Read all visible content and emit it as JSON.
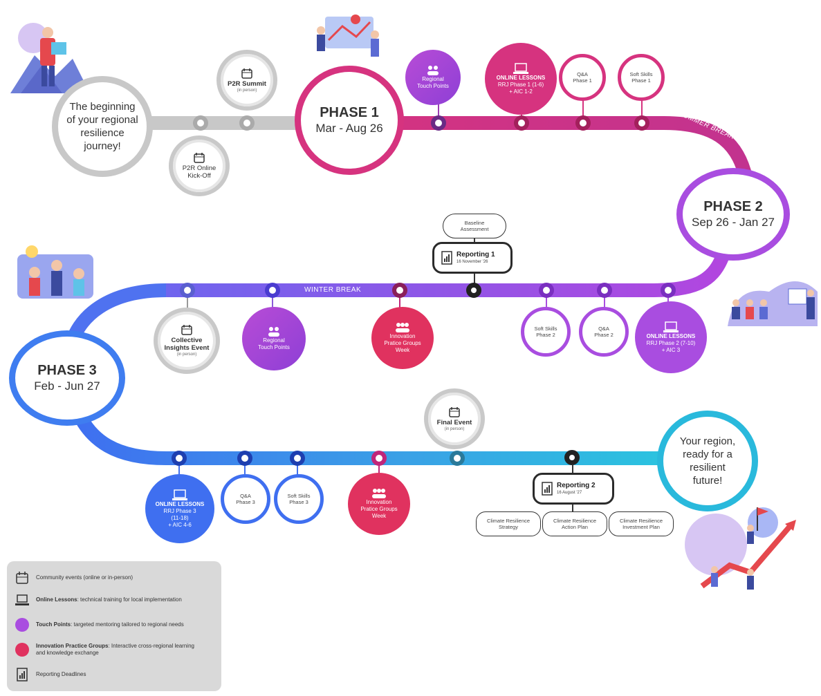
{
  "start": {
    "text_1": "The beginning",
    "text_2": "of your regional",
    "text_3": "resilience",
    "text_4": "journey!"
  },
  "end": {
    "text_1": "Your region,",
    "text_2": "ready for a",
    "text_3": "resilient",
    "text_4": "future!"
  },
  "phases": {
    "p1": {
      "title": "PHASE 1",
      "dates": "Mar - Aug 26"
    },
    "p2": {
      "title": "PHASE 2",
      "dates": "Sep 26 - Jan 27"
    },
    "p3": {
      "title": "PHASE 3",
      "dates": "Feb - Jun 27"
    }
  },
  "breaks": {
    "summer": "SUMMER BREAK",
    "winter": "WINTER BREAK"
  },
  "events": {
    "p2r_summit": {
      "label": "P2R Summit",
      "sub": "(in person)"
    },
    "p2r_kickoff": {
      "label_1": "P2R Online",
      "label_2": "Kick-Off"
    },
    "collective": {
      "label_1": "Collective",
      "label_2": "Insights Event",
      "sub": "(in person)"
    },
    "final": {
      "label": "Final Event",
      "sub": "(in person)"
    }
  },
  "row1": {
    "touch": {
      "l1": "Regional",
      "l2": "Touch Points"
    },
    "lessons": {
      "l1": "ONLINE LESSONS",
      "l2": "RRJ Phase 1 (1-6)",
      "l3": "+ AIC 1-2"
    },
    "qa": {
      "l1": "Q&A",
      "l2": "Phase 1"
    },
    "soft": {
      "l1": "Soft Skills",
      "l2": "Phase 1"
    }
  },
  "row2": {
    "touch": {
      "l1": "Regional",
      "l2": "Touch Points"
    },
    "ipg": {
      "l1": "Innovation",
      "l2": "Pratice Groups",
      "l3": "Week"
    },
    "soft": {
      "l1": "Soft Skills",
      "l2": "Phase 2"
    },
    "qa": {
      "l1": "Q&A",
      "l2": "Phase 2"
    },
    "lessons": {
      "l1": "ONLINE LESSONS",
      "l2": "RRJ Phase 2 (7-10)",
      "l3": "+ AIC 3"
    },
    "baseline": {
      "l1": "Baseline",
      "l2": "Assessment"
    },
    "reporting": {
      "title": "Reporting 1",
      "date": "16 November '26"
    }
  },
  "row3": {
    "lessons": {
      "l1": "ONLINE LESSONS",
      "l2": "RRJ Phase 3",
      "l3": "(11-18)",
      "l4": "+ AIC 4-6"
    },
    "qa": {
      "l1": "Q&A",
      "l2": "Phase 3"
    },
    "soft": {
      "l1": "Soft Skills",
      "l2": "Phase 3"
    },
    "ipg": {
      "l1": "Innovation",
      "l2": "Pratice Groups",
      "l3": "Week"
    },
    "reporting": {
      "title": "Reporting 2",
      "date": "16 August '27"
    },
    "out1": {
      "l1": "Climate Resilience",
      "l2": "Strategy"
    },
    "out2": {
      "l1": "Climate Resilience",
      "l2": "Action Plan"
    },
    "out3": {
      "l1": "Climate Resilience",
      "l2": "Investment Plan"
    }
  },
  "legend": {
    "community": "Community events (online or in-person)",
    "lessons_b": "Online Lessons",
    "lessons": ": technical training for local implementation",
    "touch_b": "Touch Points",
    "touch": ": targeted mentoring tailored to regional needs",
    "ipg_b": "Innovation Practice Groups",
    "ipg": ": Interactive cross-regional learning and knowledge exchange",
    "reporting": "Reporting Deadlines"
  },
  "colors": {
    "grey": "#c8c8c8",
    "pink": "#d6337f",
    "purple": "#a94de0",
    "blue": "#3f7df0",
    "cyan": "#29b9dc",
    "crimson": "#e0325f"
  }
}
